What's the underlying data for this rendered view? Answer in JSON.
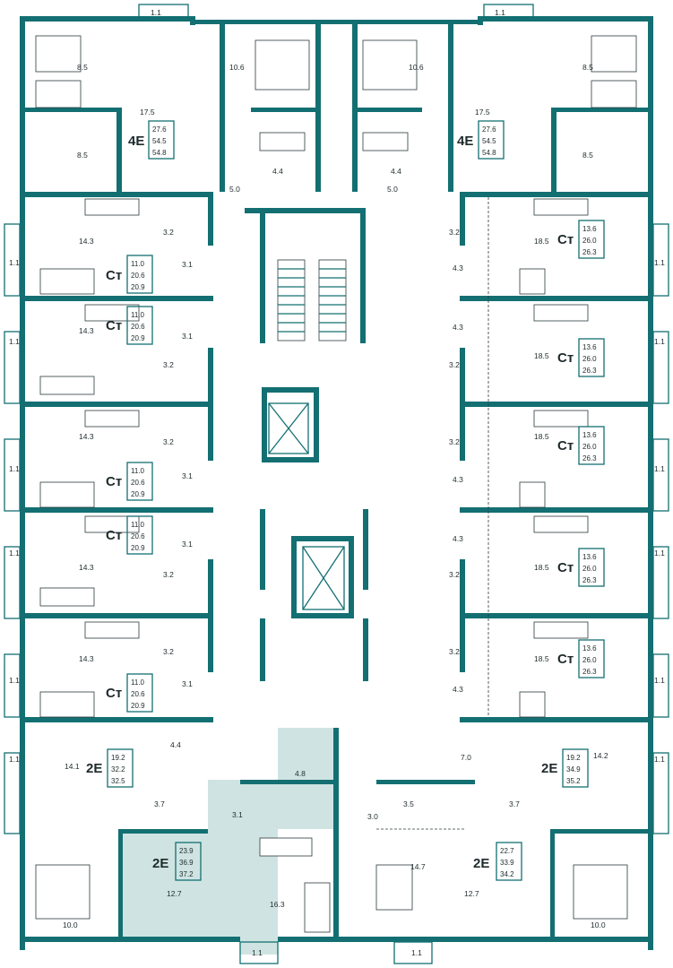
{
  "colors": {
    "wall": "#136f72",
    "highlight": "#cfe4e2",
    "line": "#2c3b3d",
    "background": "#ffffff"
  },
  "apartments": [
    {
      "id": "apt-4e-left",
      "type": "4E",
      "areas": [
        "27.6",
        "54.5",
        "54.8"
      ]
    },
    {
      "id": "apt-4e-right",
      "type": "4E",
      "areas": [
        "27.6",
        "54.5",
        "54.8"
      ]
    },
    {
      "id": "apt-st-left-1",
      "type": "Ст",
      "areas": [
        "11.0",
        "20.6",
        "20.9"
      ]
    },
    {
      "id": "apt-st-left-2",
      "type": "Ст",
      "areas": [
        "11.0",
        "20.6",
        "20.9"
      ]
    },
    {
      "id": "apt-st-left-3",
      "type": "Ст",
      "areas": [
        "11.0",
        "20.6",
        "20.9"
      ]
    },
    {
      "id": "apt-st-left-4",
      "type": "Ст",
      "areas": [
        "11.0",
        "20.6",
        "20.9"
      ]
    },
    {
      "id": "apt-st-left-5",
      "type": "Ст",
      "areas": [
        "11.0",
        "20.6",
        "20.9"
      ]
    },
    {
      "id": "apt-st-right-1",
      "type": "Ст",
      "areas": [
        "13.6",
        "26.0",
        "26.3"
      ]
    },
    {
      "id": "apt-st-right-2",
      "type": "Ст",
      "areas": [
        "13.6",
        "26.0",
        "26.3"
      ]
    },
    {
      "id": "apt-st-right-3",
      "type": "Ст",
      "areas": [
        "13.6",
        "26.0",
        "26.3"
      ]
    },
    {
      "id": "apt-st-right-4",
      "type": "Ст",
      "areas": [
        "13.6",
        "26.0",
        "26.3"
      ]
    },
    {
      "id": "apt-st-right-5",
      "type": "Ст",
      "areas": [
        "13.6",
        "26.0",
        "26.3"
      ]
    },
    {
      "id": "apt-2e-left-top",
      "type": "2E",
      "areas": [
        "19.2",
        "32.2",
        "32.5"
      ]
    },
    {
      "id": "apt-2e-right-top",
      "type": "2E",
      "areas": [
        "19.2",
        "34.9",
        "35.2"
      ]
    },
    {
      "id": "apt-2e-left-bottom",
      "type": "2E",
      "areas": [
        "23.9",
        "36.9",
        "37.2"
      ]
    },
    {
      "id": "apt-2e-right-bottom",
      "type": "2E",
      "areas": [
        "22.7",
        "33.9",
        "34.2"
      ]
    }
  ],
  "room_areas": {
    "balcony": "1.1",
    "top_left": [
      "8.5",
      "8.5",
      "17.5",
      "10.6",
      "4.4",
      "5.0"
    ],
    "top_right": [
      "8.5",
      "8.5",
      "17.5",
      "10.6",
      "4.4",
      "5.0"
    ],
    "left_rooms": [
      "14.3",
      "3.2",
      "3.1",
      "14.3",
      "3.2",
      "3.1",
      "14.3",
      "3.2",
      "3.1",
      "14.3",
      "3.2",
      "3.1",
      "14.3",
      "3.2",
      "3.1"
    ],
    "right_rooms": [
      "18.5",
      "3.2",
      "4.3",
      "18.5",
      "3.2",
      "4.3",
      "18.5",
      "3.2",
      "4.3",
      "18.5",
      "3.2",
      "4.3",
      "18.5",
      "3.2",
      "4.3"
    ],
    "bottom_left": [
      "4.4",
      "14.1",
      "3.7",
      "3.1",
      "4.8",
      "12.7",
      "16.3",
      "10.0"
    ],
    "bottom_right": [
      "7.0",
      "14.2",
      "3.5",
      "3.0",
      "3.7",
      "14.7",
      "12.7",
      "10.0"
    ]
  }
}
